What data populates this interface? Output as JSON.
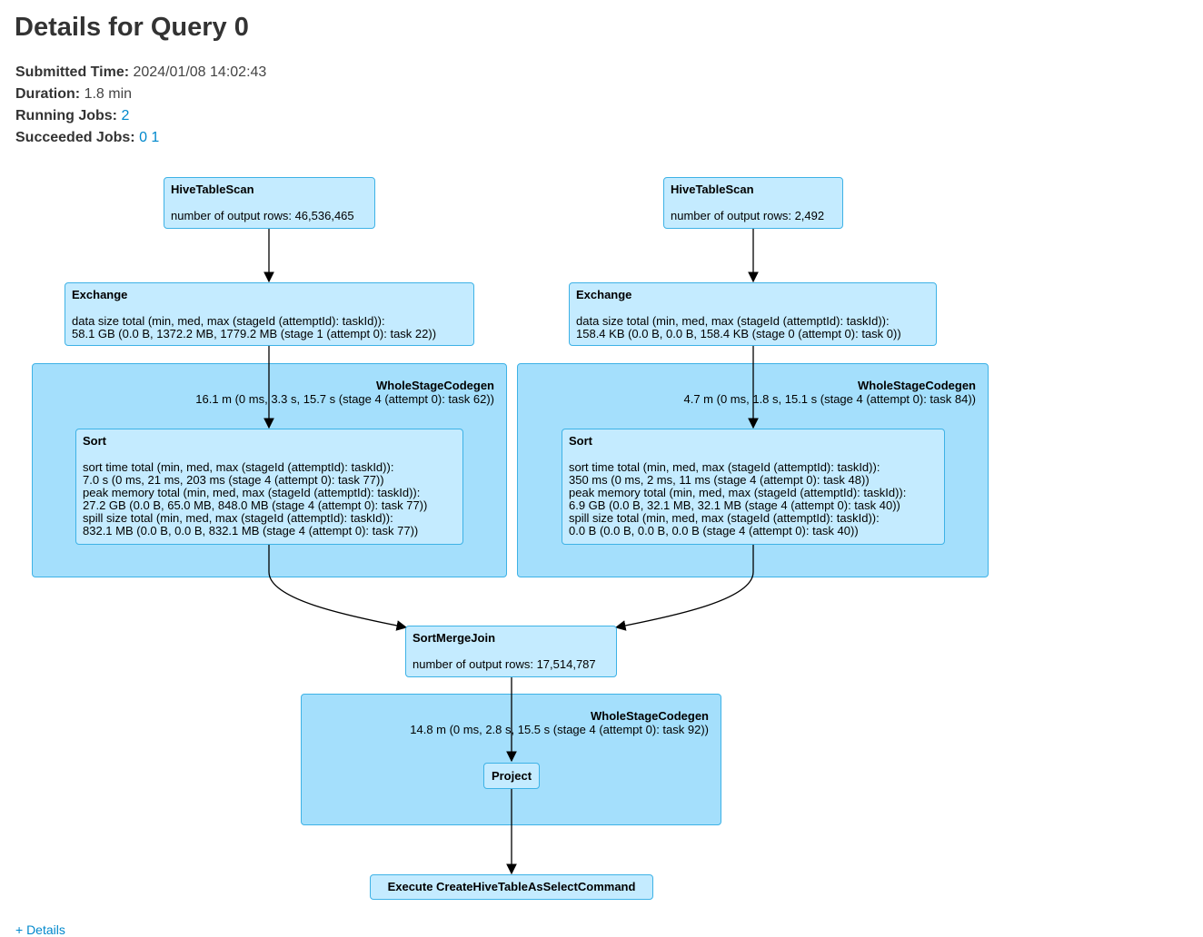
{
  "page": {
    "title": "Details for Query 0"
  },
  "summary": {
    "submitted_label": "Submitted Time:",
    "submitted_value": "2024/01/08 14:02:43",
    "duration_label": "Duration:",
    "duration_value": "1.8 min",
    "running_label": "Running Jobs:",
    "running_jobs": [
      "2"
    ],
    "succeeded_label": "Succeeded Jobs:",
    "succeeded_jobs": [
      "0",
      "1"
    ]
  },
  "plan": {
    "left_scan": {
      "name": "HiveTableScan",
      "metrics": [
        "number of output rows: 46,536,465"
      ]
    },
    "right_scan": {
      "name": "HiveTableScan",
      "metrics": [
        "number of output rows: 2,492"
      ]
    },
    "left_exchange": {
      "name": "Exchange",
      "metrics": [
        "data size total (min, med, max (stageId (attemptId): taskId)):",
        "58.1 GB (0.0 B, 1372.2 MB, 1779.2 MB (stage 1 (attempt 0): task 22))"
      ]
    },
    "right_exchange": {
      "name": "Exchange",
      "metrics": [
        "data size total (min, med, max (stageId (attemptId): taskId)):",
        "158.4 KB (0.0 B, 0.0 B, 158.4 KB (stage 0 (attempt 0): task 0))"
      ]
    },
    "left_codegen": {
      "name": "WholeStageCodegen",
      "metric": "16.1 m (0 ms, 3.3 s, 15.7 s (stage 4 (attempt 0): task 62))"
    },
    "right_codegen": {
      "name": "WholeStageCodegen",
      "metric": "4.7 m (0 ms, 1.8 s, 15.1 s (stage 4 (attempt 0): task 84))"
    },
    "left_sort": {
      "name": "Sort",
      "metrics": [
        "sort time total (min, med, max (stageId (attemptId): taskId)):",
        "7.0 s (0 ms, 21 ms, 203 ms (stage 4 (attempt 0): task 77))",
        "peak memory total (min, med, max (stageId (attemptId): taskId)):",
        "27.2 GB (0.0 B, 65.0 MB, 848.0 MB (stage 4 (attempt 0): task 77))",
        "spill size total (min, med, max (stageId (attemptId): taskId)):",
        "832.1 MB (0.0 B, 0.0 B, 832.1 MB (stage 4 (attempt 0): task 77))"
      ]
    },
    "right_sort": {
      "name": "Sort",
      "metrics": [
        "sort time total (min, med, max (stageId (attemptId): taskId)):",
        "350 ms (0 ms, 2 ms, 11 ms (stage 4 (attempt 0): task 48))",
        "peak memory total (min, med, max (stageId (attemptId): taskId)):",
        "6.9 GB (0.0 B, 32.1 MB, 32.1 MB (stage 4 (attempt 0): task 40))",
        "spill size total (min, med, max (stageId (attemptId): taskId)):",
        "0.0 B (0.0 B, 0.0 B, 0.0 B (stage 4 (attempt 0): task 40))"
      ]
    },
    "join": {
      "name": "SortMergeJoin",
      "metrics": [
        "number of output rows: 17,514,787"
      ]
    },
    "bottom_codegen": {
      "name": "WholeStageCodegen",
      "metric": "14.8 m (0 ms, 2.8 s, 15.5 s (stage 4 (attempt 0): task 92))"
    },
    "project": {
      "name": "Project"
    },
    "execute": {
      "name": "Execute CreateHiveTableAsSelectCommand"
    }
  },
  "footer": {
    "details_label": "+ Details"
  },
  "colors": {
    "node_fill": "#c4ebff",
    "cluster_fill": "#a4dffc",
    "border": "#3eb2e6",
    "link": "#0088cc"
  }
}
